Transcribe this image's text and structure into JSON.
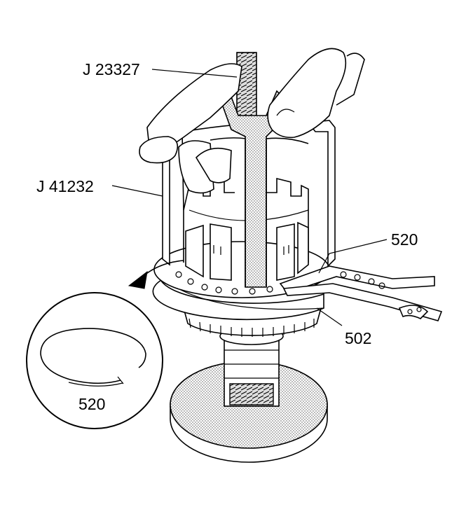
{
  "labels": {
    "tool_j23327": "J 23327",
    "tool_j41232": "J 41232",
    "part_520": "520",
    "part_502": "502",
    "inset_520": "520"
  }
}
